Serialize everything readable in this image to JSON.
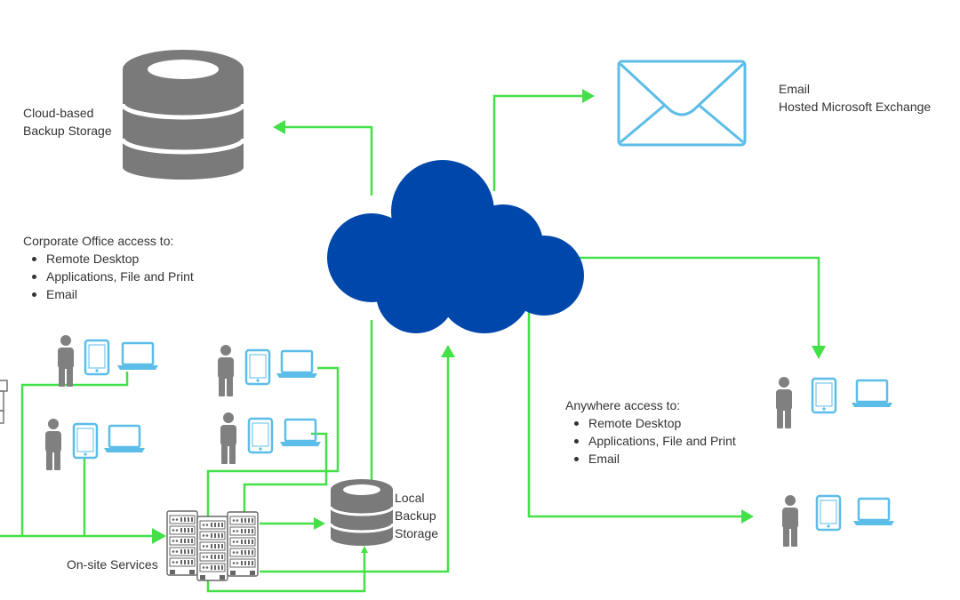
{
  "labels": {
    "email": {
      "title": "Email",
      "subtitle": "Hosted Microsoft Exchange"
    },
    "cloud_backup": {
      "line1": "Cloud-based",
      "line2": "Backup Storage"
    },
    "corporate": {
      "title": "Corporate Office access to:",
      "items": [
        "Remote Desktop",
        "Applications, File and Print",
        "Email"
      ]
    },
    "anywhere": {
      "title": "Anywhere access to:",
      "items": [
        "Remote Desktop",
        "Applications, File and Print",
        "Email"
      ]
    },
    "local_backup": {
      "line1": "Local",
      "line2": "Backup",
      "line3": "Storage"
    },
    "onsite": "On-site Services"
  },
  "colors": {
    "connector": "#44e047",
    "cloud": "#0047ab",
    "device": "#5bbde8",
    "storage": "#7a7a7a",
    "person": "#808080",
    "text": "#333333"
  },
  "icons": [
    "cloud-icon",
    "database-icon",
    "envelope-icon",
    "person-icon",
    "tablet-icon",
    "laptop-icon",
    "server-rack-icon",
    "printer-icon"
  ]
}
